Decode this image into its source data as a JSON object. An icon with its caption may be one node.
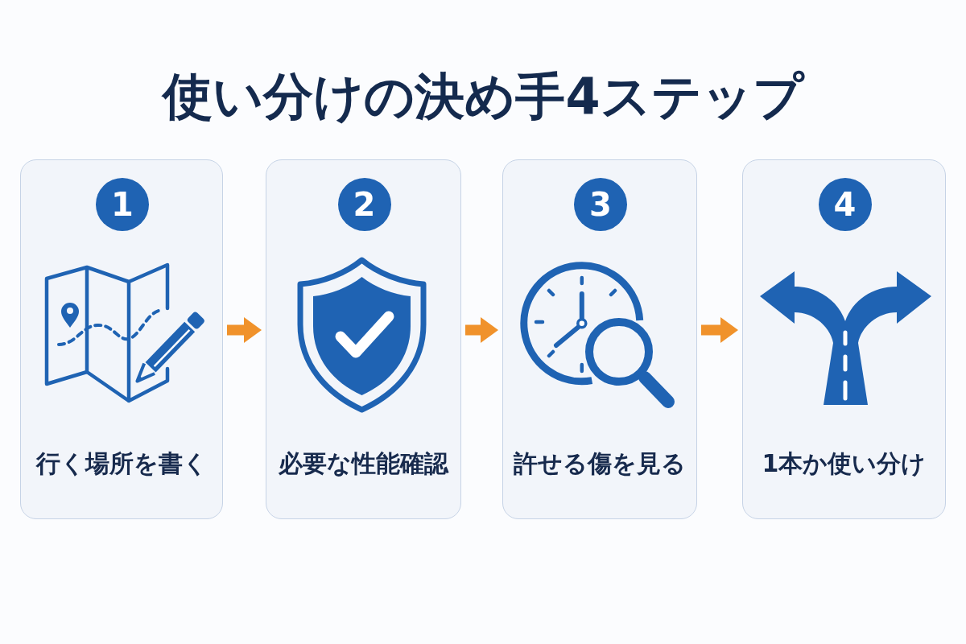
{
  "diagram": {
    "title": "使い分けの決め手4ステップ",
    "nodes": [
      {
        "text": [
          "行く場所を書く"
        ]
      },
      {
        "text": [
          "1"
        ],
        "in": 0
      },
      {
        "text": [
          "必要な性能確認"
        ]
      },
      {
        "text": [
          "2"
        ],
        "in": 2
      },
      {
        "text": [
          "許せる傷を見る"
        ]
      },
      {
        "text": [
          "3"
        ],
        "in": 4
      },
      {
        "text": [
          "1本か使い分け"
        ]
      },
      {
        "text": [
          "4"
        ],
        "in": 6
      }
    ],
    "edges": [
      {
        "from": 0,
        "to": 2,
        "arrow": "to"
      },
      {
        "from": 2,
        "to": 4,
        "arrow": "to"
      },
      {
        "from": 4,
        "to": 6,
        "arrow": "to"
      }
    ]
  }
}
